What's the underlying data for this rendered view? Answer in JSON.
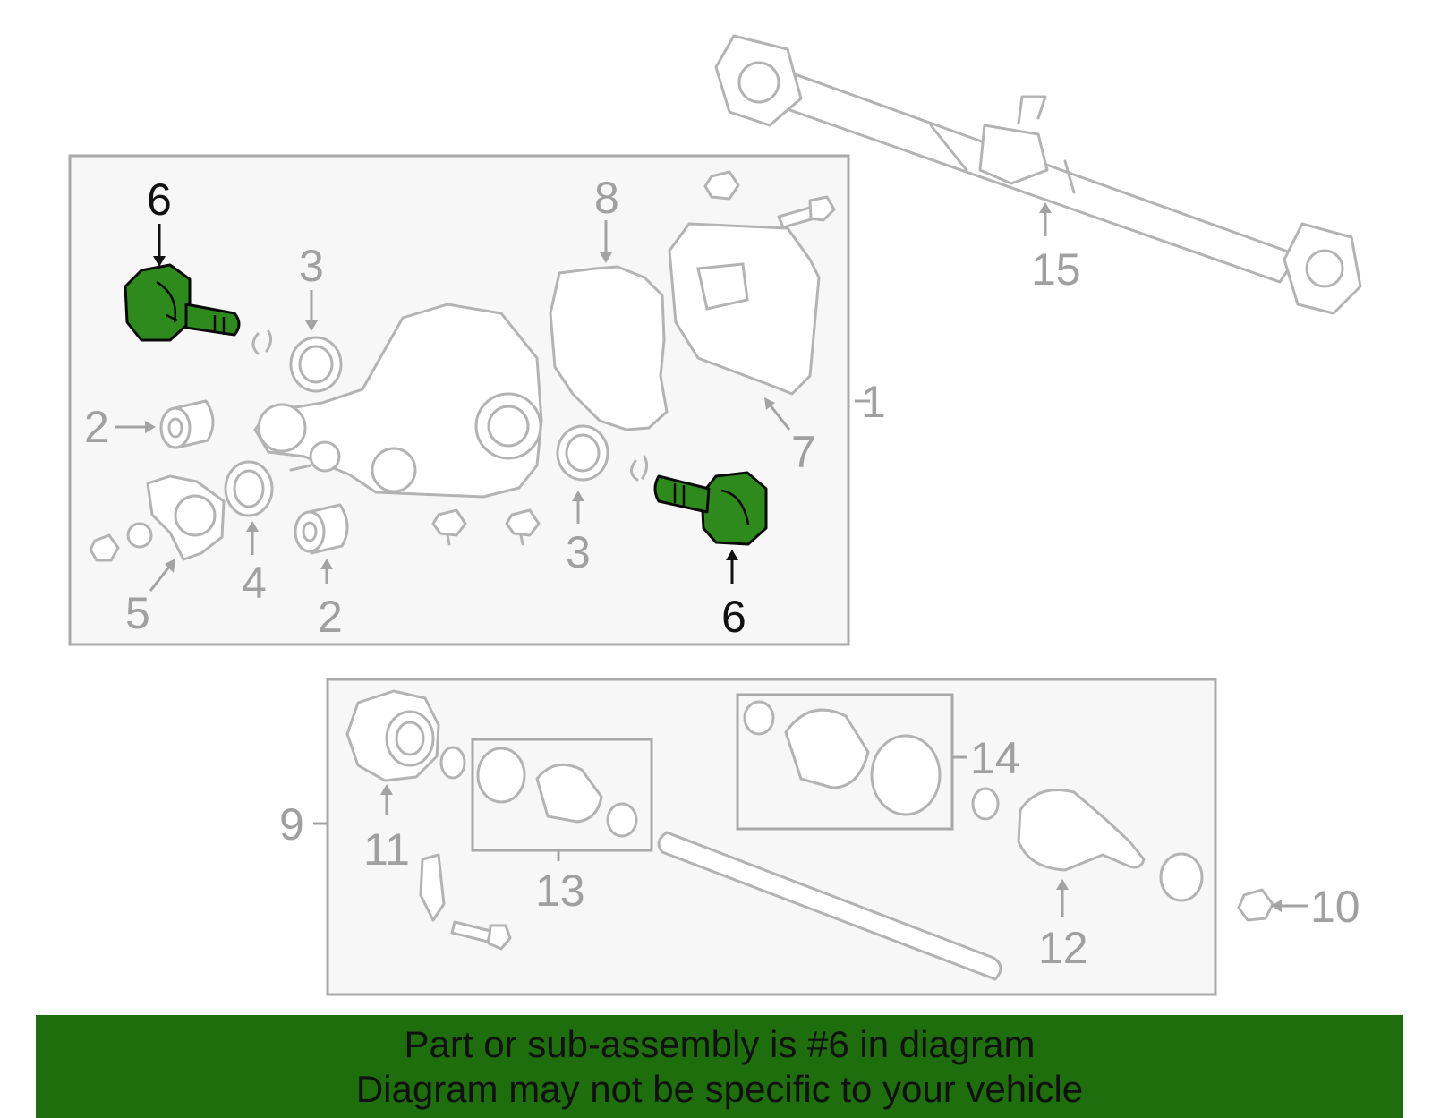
{
  "diagram": {
    "callouts": {
      "c1": "1",
      "c2a": "2",
      "c2b": "2",
      "c3a": "3",
      "c3b": "3",
      "c4": "4",
      "c5": "5",
      "c6a": "6",
      "c6b": "6",
      "c7": "7",
      "c8": "8",
      "c9": "9",
      "c10": "10",
      "c11": "11",
      "c12": "12",
      "c13": "13",
      "c14": "14",
      "c15": "15"
    },
    "highlighted_part": "6",
    "colors": {
      "highlight": "#2f8a1e",
      "banner": "#1e6e0e",
      "outline": "#b3b3b3"
    }
  },
  "banner": {
    "line1": "Part or sub-assembly is #6 in diagram",
    "line2": "Diagram may not be specific to your vehicle"
  }
}
